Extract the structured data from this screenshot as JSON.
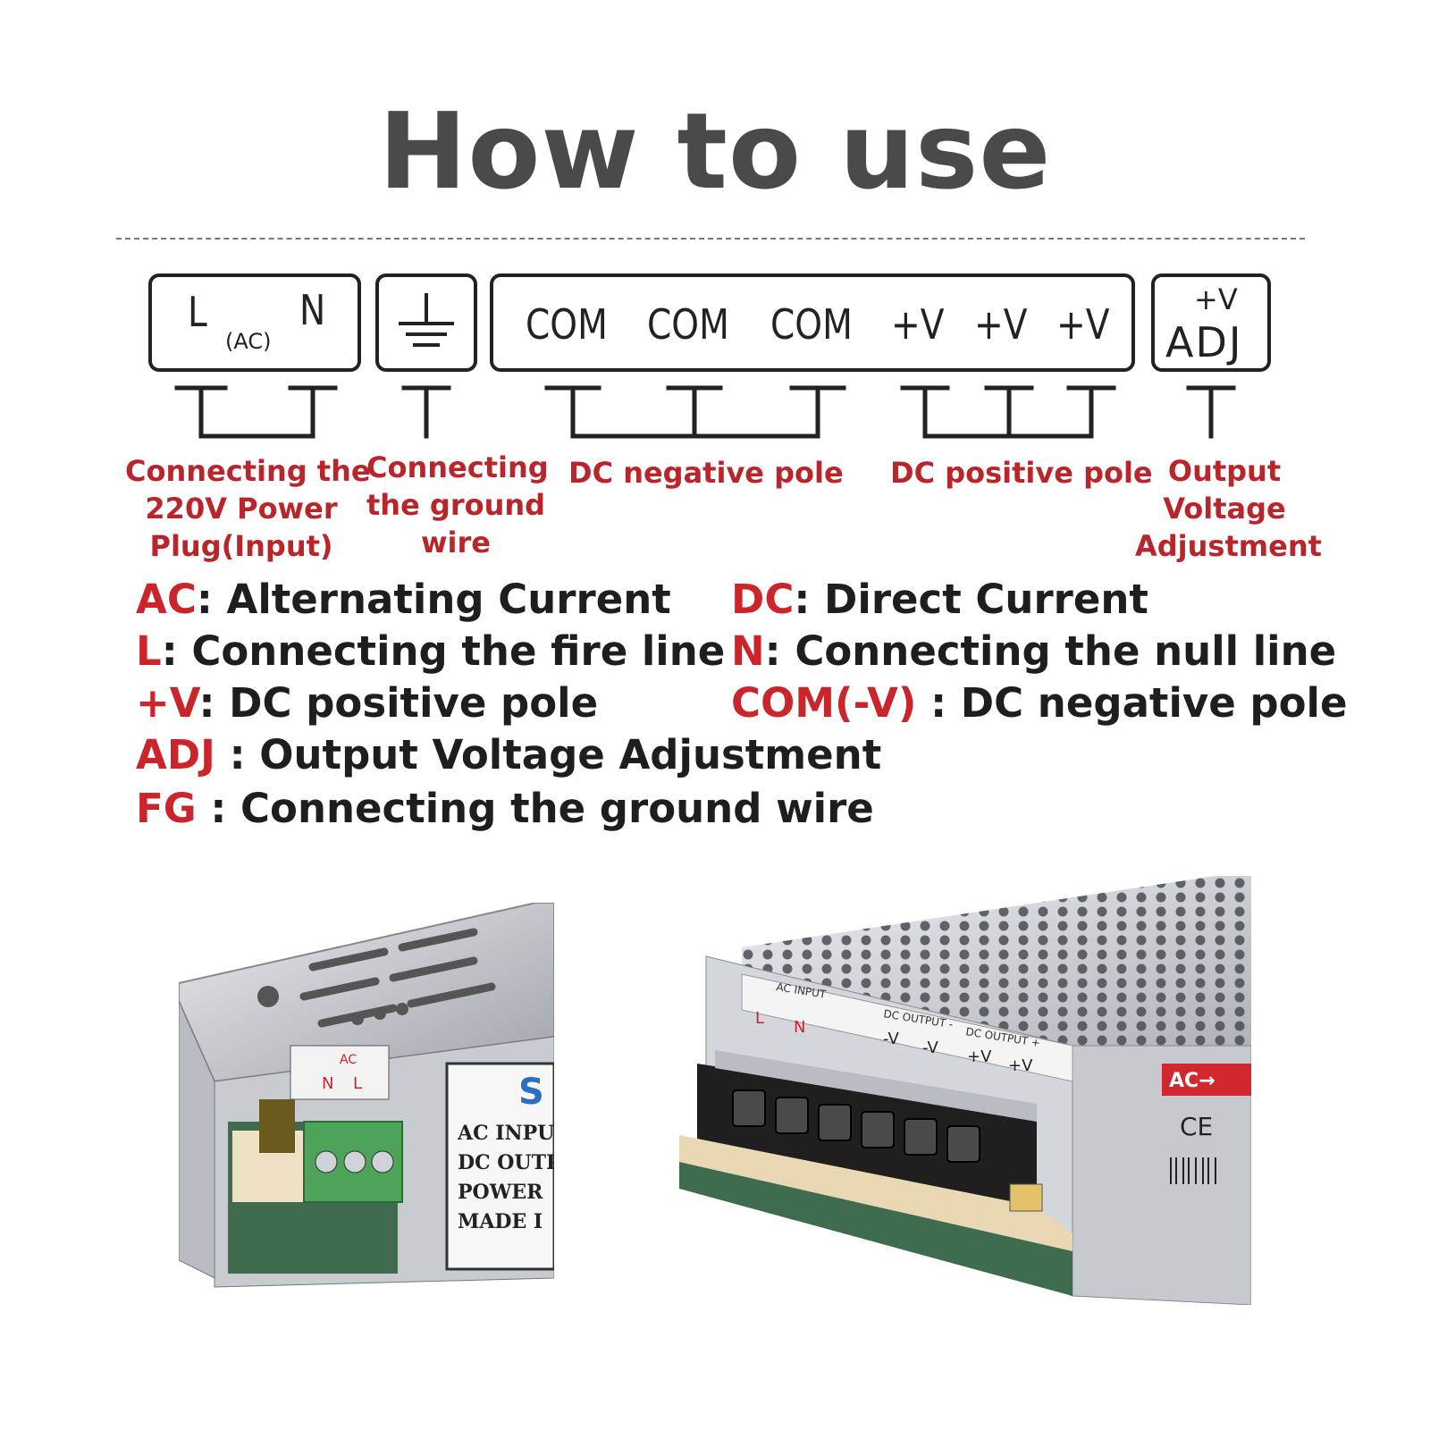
{
  "title": "How to use",
  "terminals": {
    "ac_box": {
      "l": "L",
      "n": "N",
      "ac": "(AC)"
    },
    "dc_box": [
      "COM",
      "COM",
      "COM",
      "+V",
      "+V",
      "+V"
    ],
    "adj_box": {
      "top": "+V",
      "bottom": "ADJ"
    },
    "ground_icon": "ground-icon"
  },
  "captions": {
    "ac": [
      "Connecting the",
      "220V Power",
      "Plug(Input)"
    ],
    "ground": [
      "Connecting",
      "the ground",
      "wire"
    ],
    "negative": "DC negative pole",
    "positive": "DC positive pole",
    "adjust": [
      "Output",
      "Voltage",
      "Adjustment"
    ]
  },
  "legend": [
    {
      "key": "AC",
      "text": ": Alternating Current"
    },
    {
      "key": "DC",
      "text": ": Direct Current"
    },
    {
      "key": "L",
      "text": ": Connecting the fire line"
    },
    {
      "key": "N",
      "text": ": Connecting the null line"
    },
    {
      "key": "+V",
      "text": ": DC positive pole"
    },
    {
      "key": "COM(-V)",
      "text": " : DC negative pole"
    },
    {
      "key": "ADJ",
      "text": " : Output Voltage Adjustment"
    },
    {
      "key": "FG",
      "text": " : Connecting the ground wire"
    }
  ],
  "photo_left": {
    "labels": {
      "ac": "AC",
      "n": "N",
      "l": "L",
      "brand": "S"
    },
    "plate": [
      "AC INPU",
      "DC OUTPU",
      "POWER",
      "MADE I"
    ]
  },
  "photo_right": {
    "labels": {
      "ac_input": "AC INPUT",
      "l": "L",
      "n": "N",
      "dc_out_minus": "DC OUTPUT -",
      "dc_out_plus": "DC OUTPUT +",
      "neg1": "-V",
      "neg2": "-V",
      "pos1": "+V",
      "pos2": "+V",
      "badge": "AC→",
      "ce": "CE"
    }
  },
  "colors": {
    "title": "#4a4a4a",
    "accent_red": "#c9252b",
    "caption_red": "#b8262b",
    "text_dark": "#1e1e1e"
  }
}
